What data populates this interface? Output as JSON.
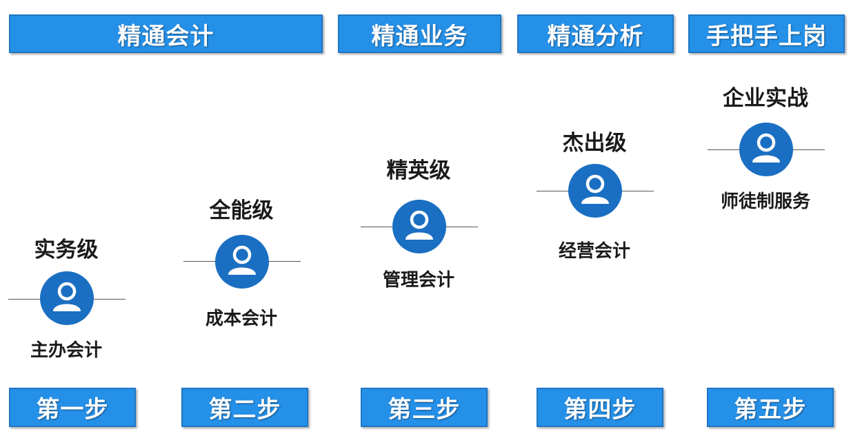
{
  "banners": [
    "精通会计",
    "精通业务",
    "精通分析",
    "手把手上岗"
  ],
  "steps": [
    "第一步",
    "第二步",
    "第三步",
    "第四步",
    "第五步"
  ],
  "levels": [
    {
      "title": "实务级",
      "role": "主办会计"
    },
    {
      "title": "全能级",
      "role": "成本会计"
    },
    {
      "title": "精英级",
      "role": "管理会计"
    },
    {
      "title": "杰出级",
      "role": "经营会计"
    },
    {
      "title": "企业实战",
      "role": "师徒制服务"
    }
  ],
  "colors": {
    "accent": "#2590e8",
    "icon": "#1a6fc2",
    "text": "#1a1a1a"
  }
}
